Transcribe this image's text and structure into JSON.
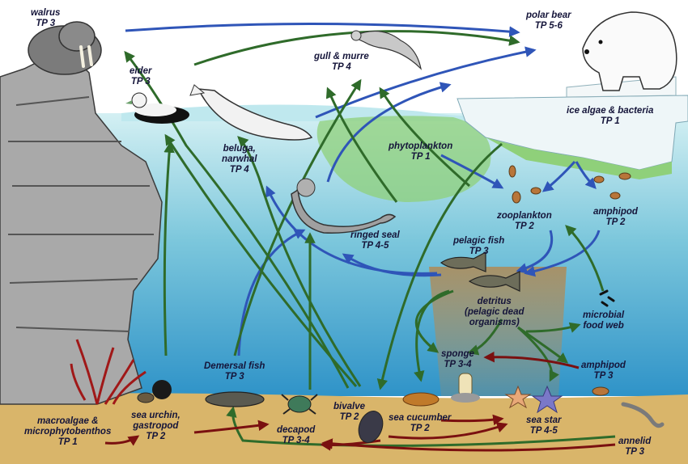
{
  "colors": {
    "sky": "#ffffff",
    "water_top": "#cdeef2",
    "water_bottom": "#2f93c8",
    "seabed": "#d9b56a",
    "cliff": "#a9a9a9",
    "ice": "#eef6f8",
    "algae_bloom": "#8fd07a",
    "arrow_green": "#2f6b2a",
    "arrow_blue": "#2f55b8",
    "arrow_red": "#7a1010",
    "label_text": "#15153a"
  },
  "organisms": {
    "walrus": {
      "name": "walrus",
      "tp": "TP 3"
    },
    "eider": {
      "name": "eider",
      "tp": "TP 3"
    },
    "gull_murre": {
      "name": "gull & murre",
      "tp": "TP 4"
    },
    "polar_bear": {
      "name": "polar bear",
      "tp": "TP 5-6"
    },
    "ice_algae": {
      "name": "ice algae & bacteria",
      "tp": "TP 1"
    },
    "beluga": {
      "name_line1": "beluga,",
      "name_line2": "narwhal",
      "tp": "TP 4"
    },
    "phytoplankton": {
      "name": "phytoplankton",
      "tp": "TP 1"
    },
    "zooplankton": {
      "name": "zooplankton",
      "tp": "TP 2"
    },
    "amphipod_pelagic": {
      "name": "amphipod",
      "tp": "TP 2"
    },
    "ringed_seal": {
      "name": "ringed seal",
      "tp": "TP 4-5"
    },
    "pelagic_fish": {
      "name": "pelagic fish",
      "tp": "TP 3"
    },
    "detritus": {
      "name": "detritus",
      "note_line1": "(pelagic dead",
      "note_line2": "organisms)"
    },
    "microbial": {
      "name_line1": "microbial",
      "name_line2": "food web"
    },
    "demersal_fish": {
      "name": "Demersal fish",
      "tp": "TP 3"
    },
    "sponge": {
      "name": "sponge",
      "tp": "TP 3-4"
    },
    "amphipod_benthic": {
      "name": "amphipod",
      "tp": "TP 3"
    },
    "macroalgae": {
      "name_line1": "macroalgae &",
      "name_line2": "microphytobenthos",
      "tp": "TP 1"
    },
    "sea_urchin": {
      "name_line1": "sea urchin,",
      "name_line2": "gastropod",
      "tp": "TP 2"
    },
    "decapod": {
      "name": "decapod",
      "tp": "TP 3-4"
    },
    "bivalve": {
      "name": "bivalve",
      "tp": "TP 2"
    },
    "sea_cucumber": {
      "name": "sea cucumber",
      "tp": "TP 2"
    },
    "sea_star": {
      "name": "sea star",
      "tp": "TP 4-5"
    },
    "annelid": {
      "name": "annelid",
      "tp": "TP 3"
    }
  }
}
